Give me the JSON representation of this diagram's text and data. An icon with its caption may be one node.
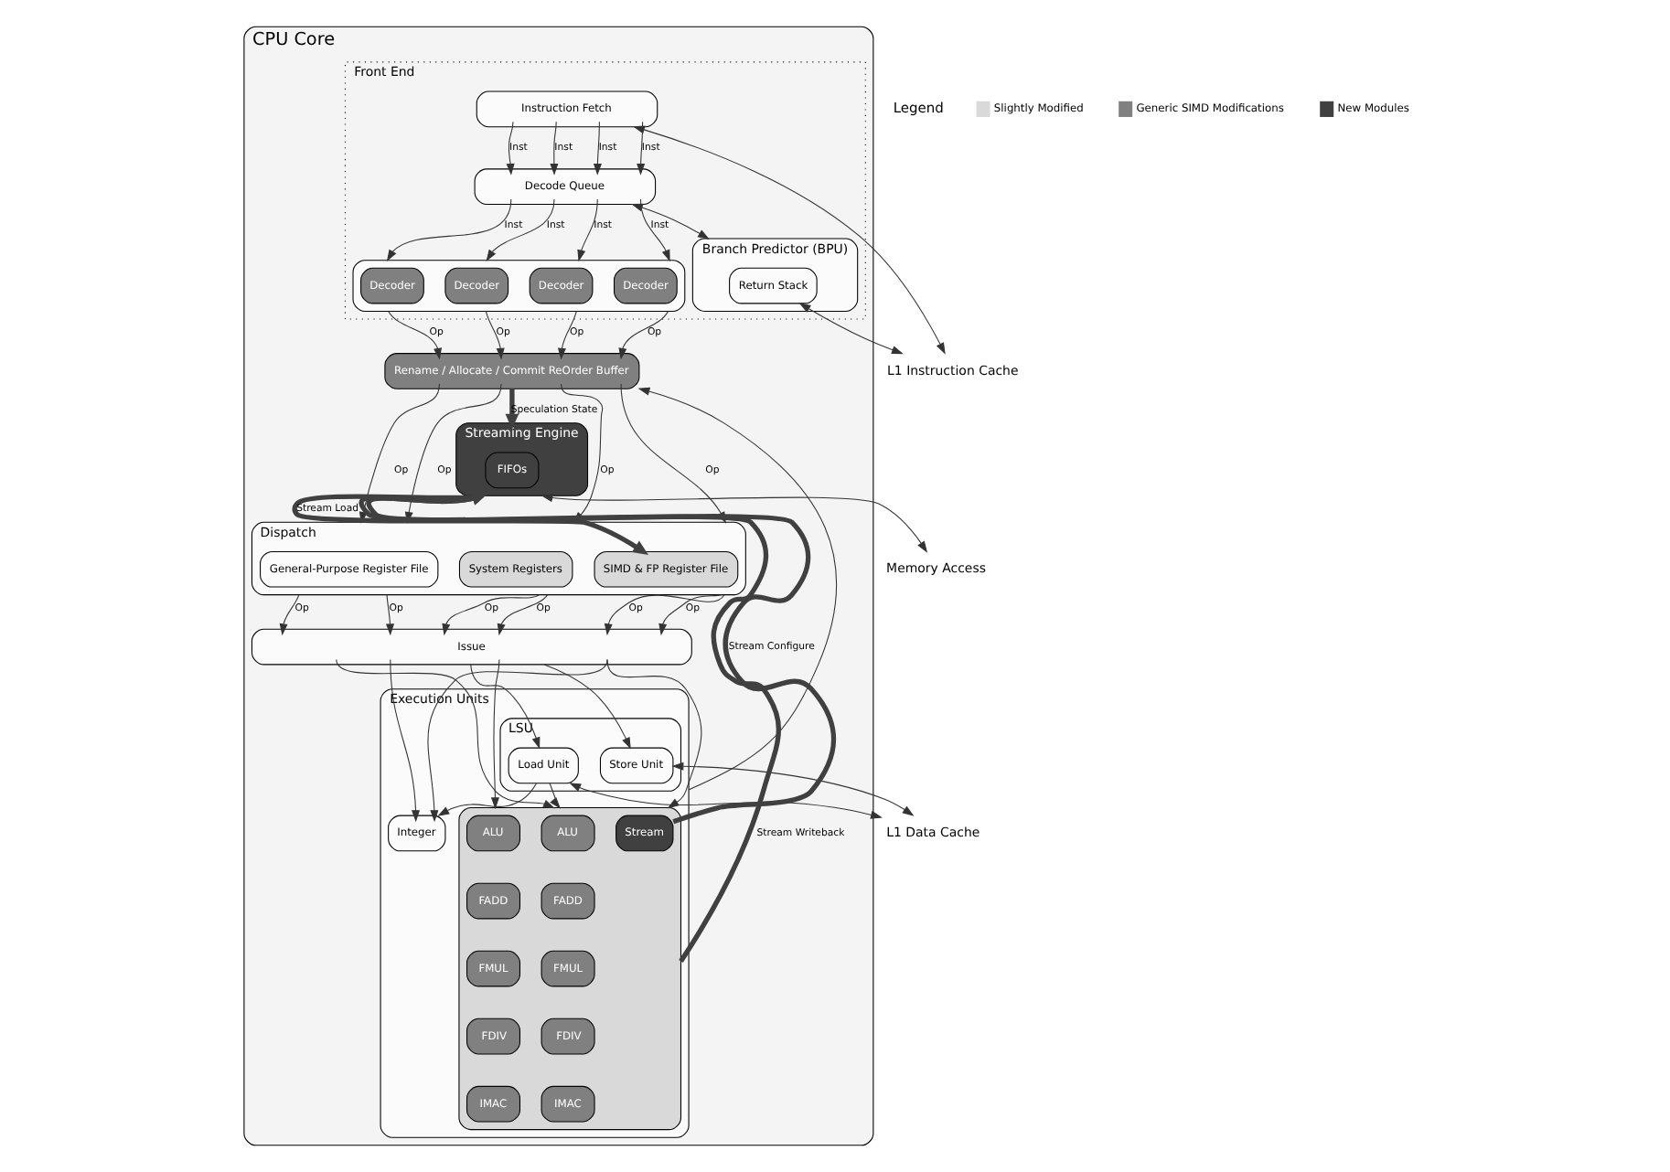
{
  "diagram": {
    "nodes": [
      {
        "text": [
          "CPU Core"
        ]
      },
      {
        "text": [
          "Front End"
        ],
        "in": 0
      },
      {
        "text": [
          "Instruction Fetch"
        ],
        "in": 1
      },
      {
        "text": [
          "Decode Queue"
        ],
        "in": 1
      },
      {
        "text": [
          "Branch Predictor (BPU)"
        ],
        "in": 1
      },
      {
        "text": [
          "Return Stack"
        ],
        "in": 4
      },
      {
        "text": [],
        "shape": "box",
        "in": 1
      },
      {
        "text": [
          "Decoder"
        ],
        "in": 6
      },
      {
        "text": [
          "Decoder"
        ],
        "in": 6
      },
      {
        "text": [
          "Decoder"
        ],
        "in": 6
      },
      {
        "text": [
          "Decoder"
        ],
        "in": 6
      },
      {
        "text": [
          "Rename / Allocate / Commit ReOrder Buffer"
        ],
        "in": 0
      },
      {
        "text": [
          "Streaming Engine"
        ],
        "in": 0
      },
      {
        "text": [
          "FIFOs"
        ],
        "in": 12
      },
      {
        "text": [
          "Dispatch"
        ],
        "in": 0
      },
      {
        "text": [
          "General-Purpose Register File"
        ],
        "in": 14
      },
      {
        "text": [
          "System Registers"
        ],
        "in": 14
      },
      {
        "text": [
          "SIMD & FP Register File"
        ],
        "in": 14
      },
      {
        "text": [
          "Issue"
        ],
        "in": 0
      },
      {
        "text": [
          "Execution Units"
        ],
        "in": 0
      },
      {
        "text": [
          "Integer"
        ],
        "in": 19
      },
      {
        "text": [
          "LSU"
        ],
        "in": 19
      },
      {
        "text": [
          "Load Unit"
        ],
        "in": 21
      },
      {
        "text": [
          "Store Unit"
        ],
        "in": 21
      },
      {
        "text": [],
        "shape": "box",
        "in": 19
      },
      {
        "text": [
          "ALU"
        ],
        "in": 24
      },
      {
        "text": [
          "FADD"
        ],
        "in": 24
      },
      {
        "text": [
          "FMUL"
        ],
        "in": 24
      },
      {
        "text": [
          "FDIV"
        ],
        "in": 24
      },
      {
        "text": [
          "IMAC"
        ],
        "in": 24
      },
      {
        "text": [
          "ALU"
        ],
        "in": 24
      },
      {
        "text": [
          "FADD"
        ],
        "in": 24
      },
      {
        "text": [
          "FMUL"
        ],
        "in": 24
      },
      {
        "text": [
          "FDIV"
        ],
        "in": 24
      },
      {
        "text": [
          "IMAC"
        ],
        "in": 24
      },
      {
        "text": [
          "Stream"
        ],
        "in": 24
      },
      {
        "text": [
          "L1 Instruction Cache"
        ]
      },
      {
        "text": [
          "Memory Access"
        ]
      },
      {
        "text": [
          "L1 Data Cache"
        ]
      }
    ],
    "edges": [
      {
        "from": 2,
        "to": 36,
        "arrow": "both"
      },
      {
        "from": 5,
        "to": 36,
        "arrow": "both"
      },
      {
        "from": 3,
        "to": 4,
        "arrow": "both"
      },
      {
        "from": 2,
        "to": 3,
        "arrow": "to",
        "label": "Inst"
      },
      {
        "from": 2,
        "to": 3,
        "arrow": "to",
        "label": "Inst"
      },
      {
        "from": 2,
        "to": 3,
        "arrow": "to",
        "label": "Inst"
      },
      {
        "from": 2,
        "to": 3,
        "arrow": "to",
        "label": "Inst"
      },
      {
        "from": 3,
        "to": 6,
        "arrow": "to",
        "label": "Inst"
      },
      {
        "from": 3,
        "to": 6,
        "arrow": "to",
        "label": "Inst"
      },
      {
        "from": 3,
        "to": 6,
        "arrow": "to",
        "label": "Inst"
      },
      {
        "from": 3,
        "to": 6,
        "arrow": "to",
        "label": "Inst"
      },
      {
        "from": 6,
        "to": 11,
        "arrow": "to",
        "label": "Op"
      },
      {
        "from": 6,
        "to": 11,
        "arrow": "to",
        "label": "Op"
      },
      {
        "from": 6,
        "to": 11,
        "arrow": "to",
        "label": "Op"
      },
      {
        "from": 6,
        "to": 11,
        "arrow": "to",
        "label": "Op"
      },
      {
        "from": 11,
        "to": 14,
        "arrow": "to",
        "label": "Op"
      },
      {
        "from": 11,
        "to": 14,
        "arrow": "to",
        "label": "Op"
      },
      {
        "from": 11,
        "to": 14,
        "arrow": "to",
        "label": "Op"
      },
      {
        "from": 11,
        "to": 14,
        "arrow": "to",
        "label": "Op"
      },
      {
        "from": 14,
        "to": 18,
        "arrow": "to",
        "label": "Op"
      },
      {
        "from": 14,
        "to": 18,
        "arrow": "to",
        "label": "Op"
      },
      {
        "from": 14,
        "to": 18,
        "arrow": "to",
        "label": "Op"
      },
      {
        "from": 14,
        "to": 18,
        "arrow": "to",
        "label": "Op"
      },
      {
        "from": 14,
        "to": 18,
        "arrow": "to",
        "label": "Op"
      },
      {
        "from": 14,
        "to": 18,
        "arrow": "to",
        "label": "Op"
      },
      {
        "from": 18,
        "to": 20,
        "arrow": "to"
      },
      {
        "from": 18,
        "to": 20,
        "arrow": "to"
      },
      {
        "from": 18,
        "to": 22,
        "arrow": "to"
      },
      {
        "from": 18,
        "to": 23,
        "arrow": "to"
      },
      {
        "from": 18,
        "to": 24,
        "arrow": "to"
      },
      {
        "from": 18,
        "to": 24,
        "arrow": "to"
      },
      {
        "from": 18,
        "to": 24,
        "arrow": "to"
      },
      {
        "from": 11,
        "to": 12,
        "arrow": "to",
        "label": "Speculation State",
        "style": "thick",
        "color": "#404040"
      },
      {
        "from": 12,
        "to": 17,
        "arrow": "to",
        "label": "Stream Load",
        "style": "thick",
        "color": "#404040"
      },
      {
        "from": 35,
        "to": 12,
        "arrow": "to",
        "label": "Stream Configure",
        "style": "thick",
        "color": "#404040"
      },
      {
        "from": 24,
        "to": 12,
        "arrow": "to",
        "label": "Stream Writeback",
        "style": "thick",
        "color": "#404040"
      },
      {
        "from": 12,
        "to": 37,
        "arrow": "both"
      },
      {
        "from": 19,
        "to": 11,
        "arrow": "to"
      },
      {
        "from": 22,
        "to": 20,
        "arrow": "to"
      },
      {
        "from": 22,
        "to": 24,
        "arrow": "to"
      },
      {
        "from": 22,
        "to": 38,
        "arrow": "both"
      },
      {
        "from": 23,
        "to": 38,
        "arrow": "both"
      }
    ],
    "labels": [
      "Legend"
    ],
    "legend": [
      {
        "text": "Slightly Modified",
        "color": "#d9d9d9"
      },
      {
        "text": "Generic SIMD Modifications",
        "color": "#808080"
      },
      {
        "text": "New Modules",
        "color": "#404040"
      }
    ]
  }
}
